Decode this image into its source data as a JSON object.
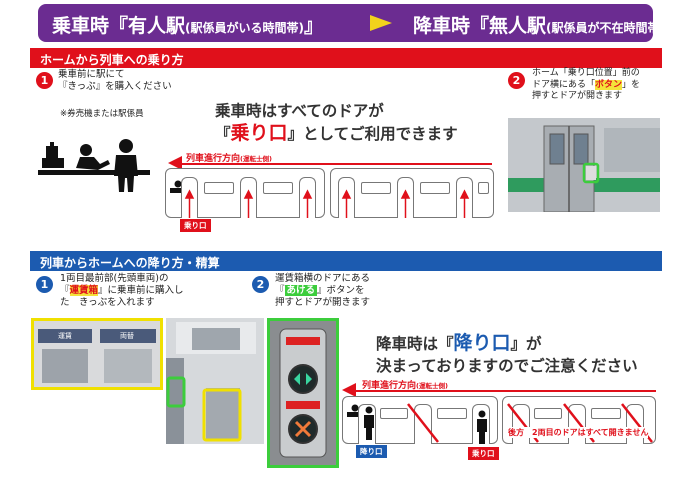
{
  "header": {
    "left_main": "乗車時『有人駅",
    "left_sub": "(駅係員がいる時間帯)",
    "left_end": "』",
    "right_main": "降車時『無人駅",
    "right_sub": "(駅係員が不在時間帯)",
    "right_end": "』"
  },
  "boarding": {
    "section_title": "ホームから列車への乗り方",
    "step1_number": "1",
    "step1_line1": "乗車前に駅にて",
    "step1_line2_pre": "『きっぷ』を購入ください",
    "step1_note": "※券売機または駅係員",
    "message_line1": "乗車時はすべてのドアが",
    "message_line2_pre": "『",
    "message_line2_em": "乗り口",
    "message_line2_post": "』としてご利用できます",
    "direction_label": "列車進行方向",
    "direction_sub": "(運転士側)",
    "boarding_tag": "乗り口",
    "step2_number": "2",
    "step2_line1": "ホーム「乗り口位置」前の",
    "step2_line2_pre": "ドア横にある「",
    "step2_line2_em": "ボタン",
    "step2_line2_post": "」を",
    "step2_line3": "押すとドアが開きます"
  },
  "alighting": {
    "section_title": "列車からホームへの降り方・精算",
    "step1_number": "1",
    "step1_line1": "1両目最前部(先頭車両)の",
    "step1_line2_pre": "『",
    "step1_line2_em": "運賃箱",
    "step1_line2_post": "』に乗車前に購入し",
    "step1_line3": "た　きっぷを入れます",
    "step2_number": "2",
    "step2_line1": "運賃箱横のドアにある",
    "step2_line2_pre": "『",
    "step2_line2_em": "あける",
    "step2_line2_post": "』ボタンを",
    "step2_line3": "押すとドアが開きます",
    "message_line1_pre": "降車時は『",
    "message_line1_em": "降り口",
    "message_line1_post": "』が",
    "message_line2": "決まっておりますのでご注意ください",
    "direction_label": "列車進行方向",
    "direction_sub": "(運転士側)",
    "front_tag": "降り口",
    "exit_tag": "乗り口",
    "rear_note": "後方　2両目のドアはすべて開きません",
    "photo_sign1": "運賃",
    "photo_sign2": "両替"
  }
}
